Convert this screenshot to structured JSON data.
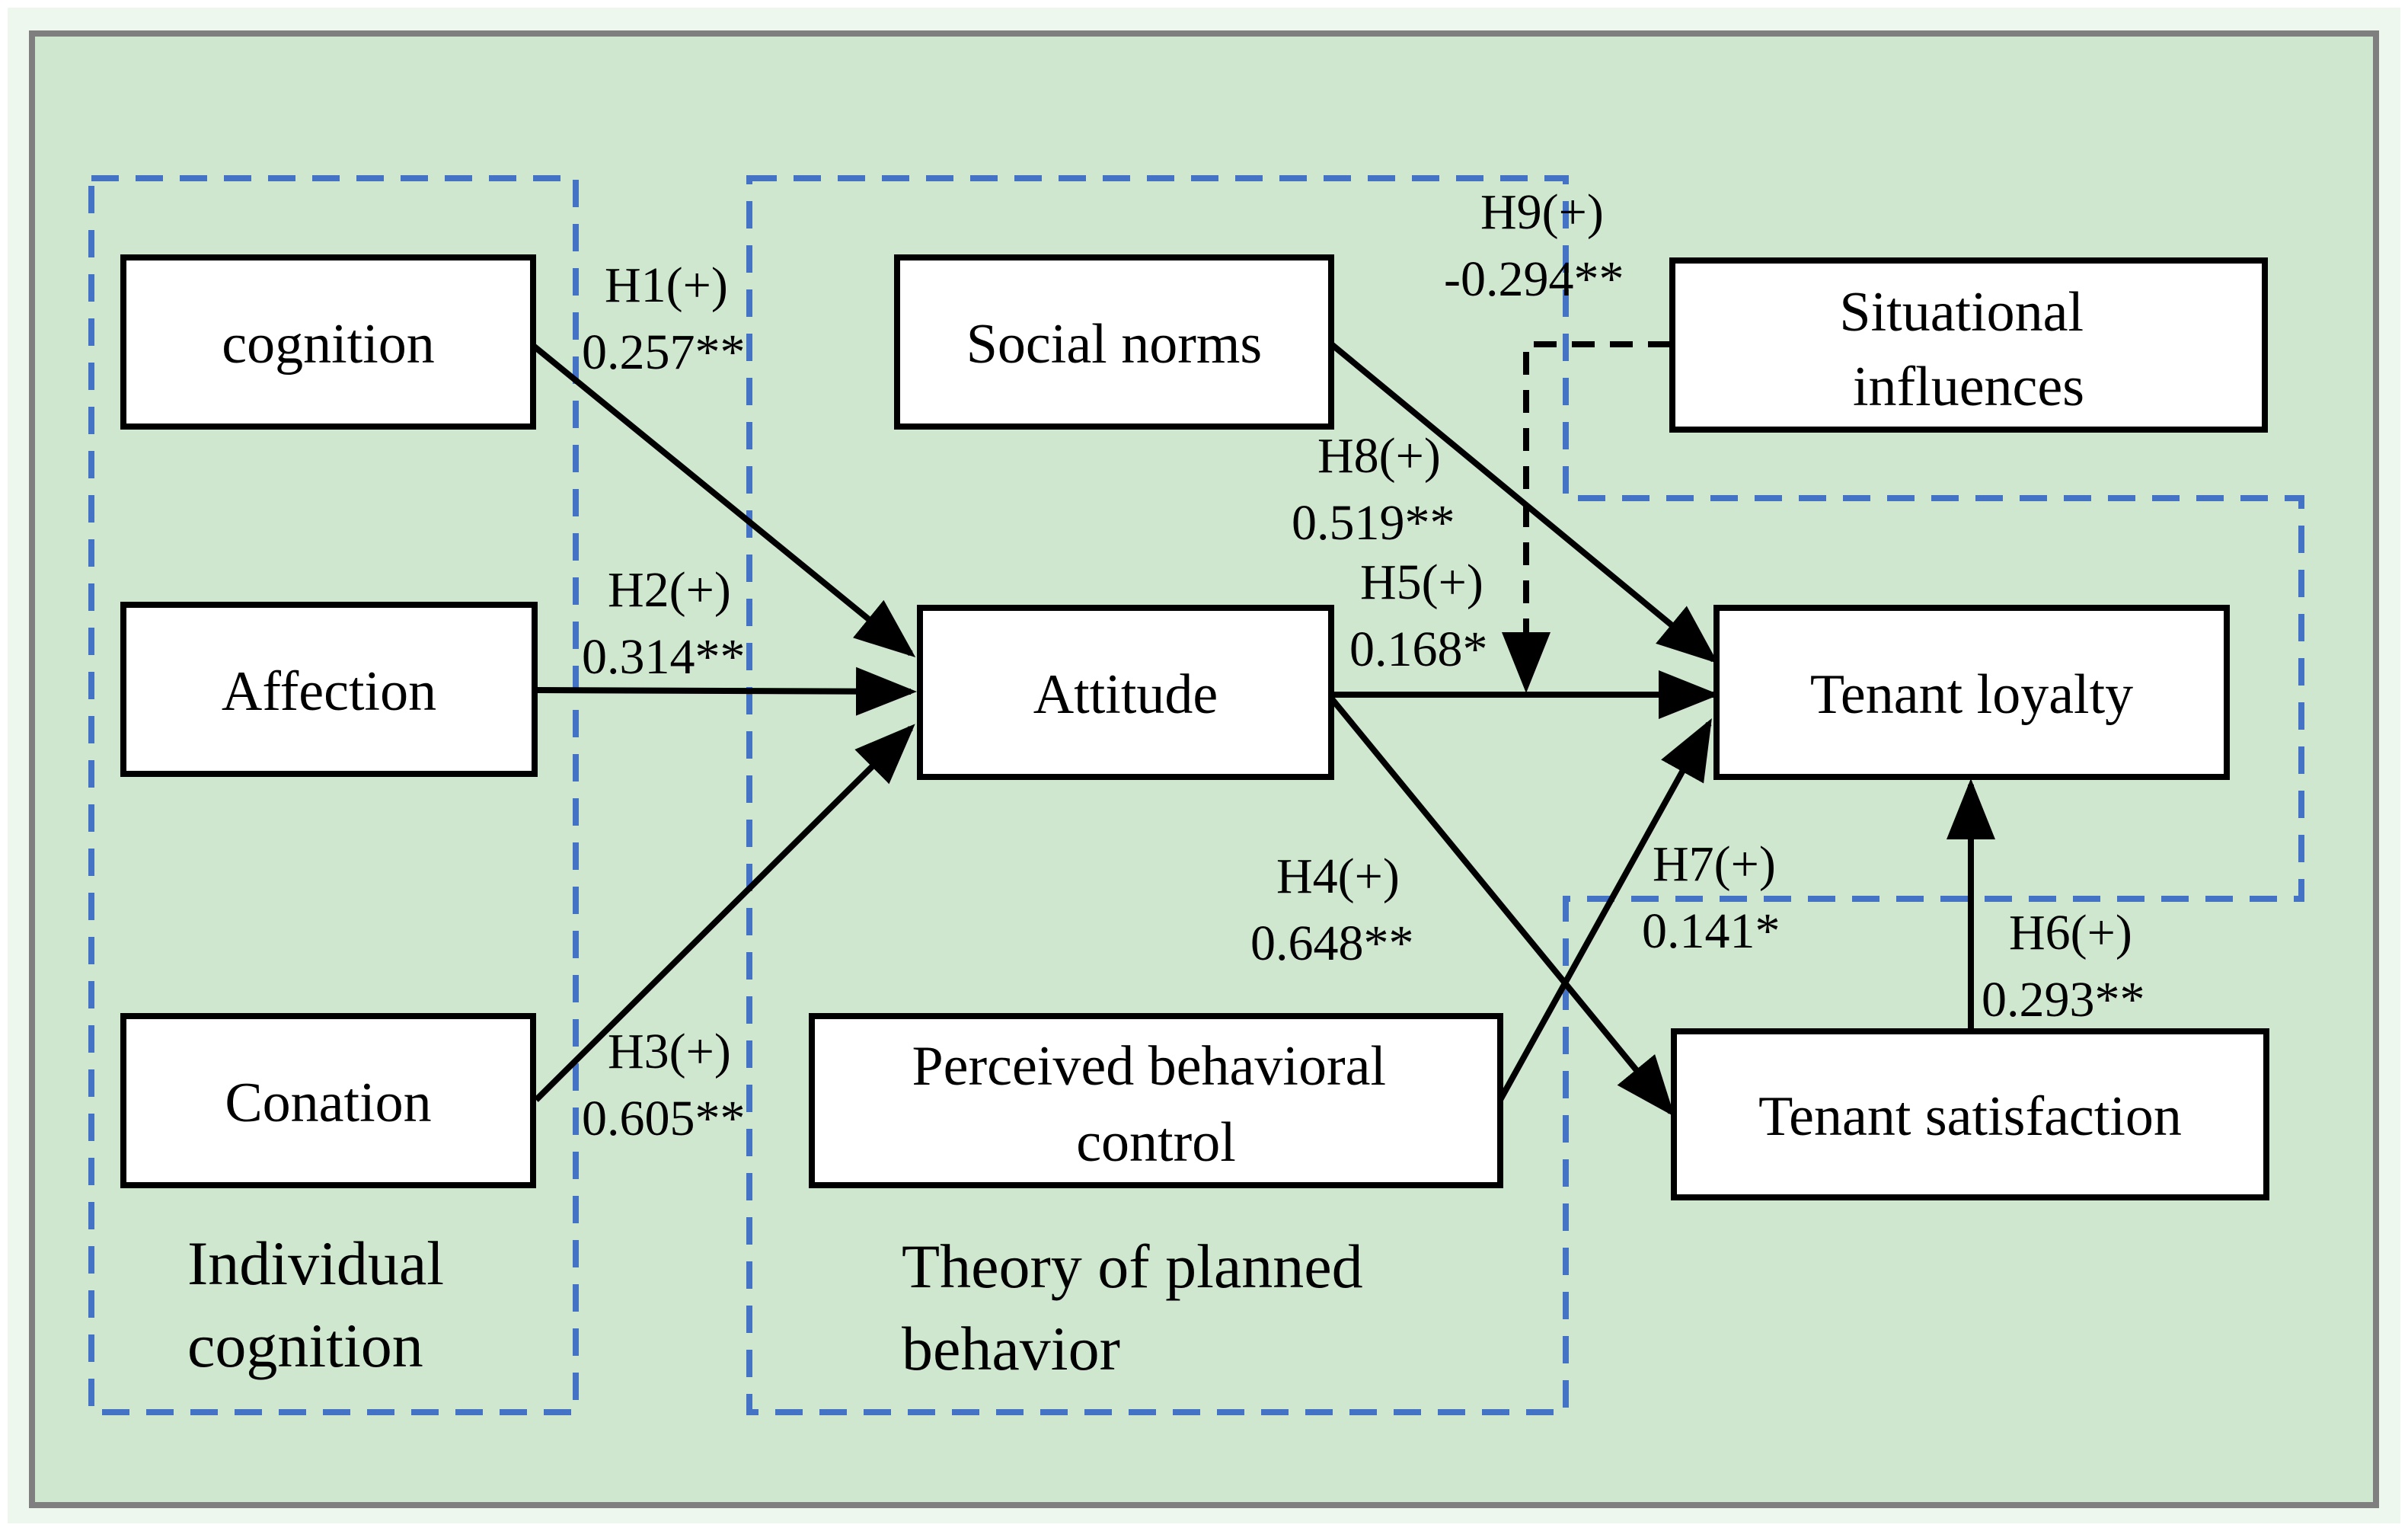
{
  "colors": {
    "background": "#cfe6cf",
    "frame": "#7f7f7f",
    "group_border": "#4472c4",
    "node_fill": "#ffffff",
    "line": "#000000"
  },
  "nodes": {
    "cognition": {
      "lines": [
        "cognition"
      ]
    },
    "affection": {
      "lines": [
        "Affection"
      ]
    },
    "conation": {
      "lines": [
        "Conation"
      ]
    },
    "social_norms": {
      "lines": [
        "Social norms"
      ]
    },
    "attitude": {
      "lines": [
        "Attitude"
      ]
    },
    "pbc": {
      "lines": [
        "Perceived behavioral",
        "control"
      ]
    },
    "situational": {
      "lines": [
        "Situational",
        "influences"
      ]
    },
    "loyalty": {
      "lines": [
        "Tenant loyalty"
      ]
    },
    "satisfaction": {
      "lines": [
        "Tenant satisfaction"
      ]
    }
  },
  "groups": {
    "individual_cognition": {
      "lines": [
        "Individual",
        "cognition"
      ]
    },
    "tpb": {
      "lines": [
        "Theory of planned",
        "behavior"
      ]
    }
  },
  "edges": {
    "h1": {
      "hypothesis": "H1(+)",
      "coef": "0.257**"
    },
    "h2": {
      "hypothesis": "H2(+)",
      "coef": "0.314**"
    },
    "h3": {
      "hypothesis": "H3(+)",
      "coef": "0.605**"
    },
    "h4": {
      "hypothesis": "H4(+)",
      "coef": "0.648**"
    },
    "h5": {
      "hypothesis": "H5(+)",
      "coef": "0.168*"
    },
    "h6": {
      "hypothesis": "H6(+)",
      "coef": "0.293**"
    },
    "h7": {
      "hypothesis": "H7(+)",
      "coef": "0.141*"
    },
    "h8": {
      "hypothesis": "H8(+)",
      "coef": "0.519**"
    },
    "h9": {
      "hypothesis": "H9(+)",
      "coef": "-0.294**"
    }
  }
}
